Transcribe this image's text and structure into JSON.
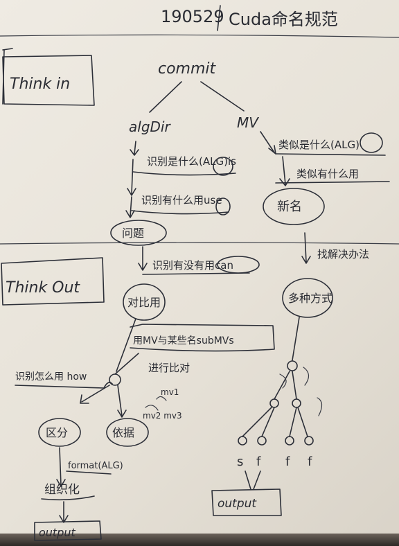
{
  "header": {
    "date": "190529",
    "title": "Cuda命名规范"
  },
  "sections": {
    "think_in": "Think in",
    "think_out": "Think Out"
  },
  "top": {
    "commit": "commit",
    "left_branch": "algDir",
    "right_branch": "MV"
  },
  "left_flow": {
    "q1": "识别是什么(ALG)is",
    "q2": "识别有什么用use",
    "node1": "问题",
    "q3": "识别有没有用can",
    "node2": "对比用",
    "split_note": "用MV与某些名subMVs",
    "split_note2": "进行比对",
    "labels_small": "mv1",
    "labels_small2": "mv2 mv3",
    "left_label": "识别怎么用 how",
    "leaf_left": "区分",
    "leaf_right": "依据",
    "format": "format(ALG)",
    "organize": "组织化",
    "output": "output"
  },
  "right_flow": {
    "q1": "类似是什么(ALG)",
    "q2": "类似有什么用",
    "node1": "新名",
    "q3": "找解决办法",
    "node2": "多种方式",
    "leaf_labels": [
      "s",
      "f",
      "f",
      "f"
    ],
    "output": "output"
  }
}
